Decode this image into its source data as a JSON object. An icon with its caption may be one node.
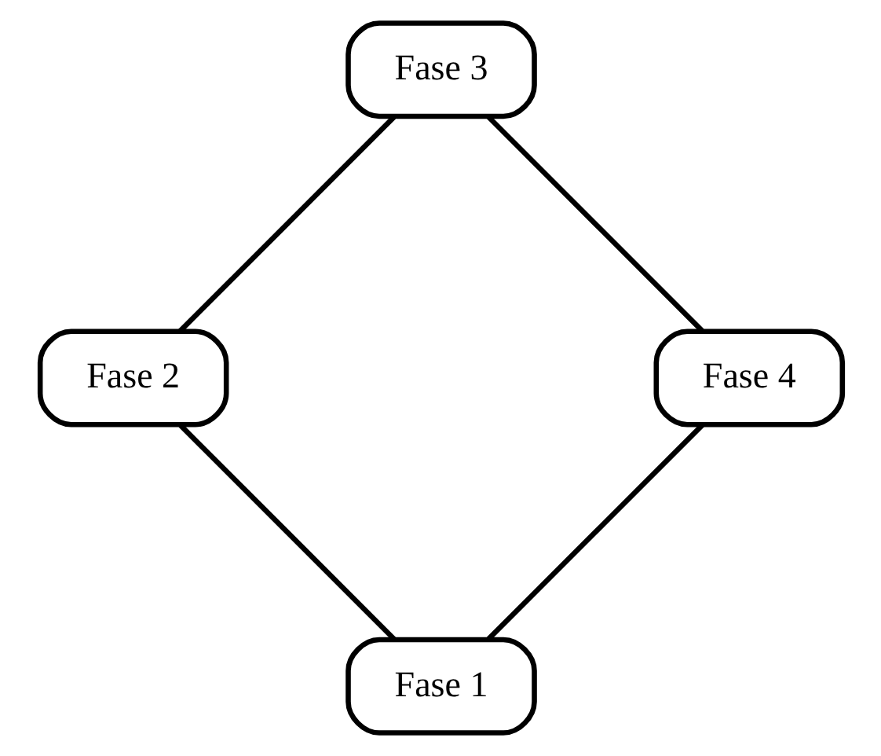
{
  "diagram": {
    "nodes": [
      {
        "text": [
          "Fase 1"
        ]
      },
      {
        "text": [
          "Fase 2"
        ]
      },
      {
        "text": [
          "Fase 3"
        ]
      },
      {
        "text": [
          "Fase 4"
        ]
      }
    ],
    "edges": [
      {
        "from": 0,
        "to": 1,
        "arrow": "none"
      },
      {
        "from": 1,
        "to": 2,
        "arrow": "none"
      },
      {
        "from": 2,
        "to": 3,
        "arrow": "none"
      },
      {
        "from": 3,
        "to": 0,
        "arrow": "none"
      }
    ]
  }
}
